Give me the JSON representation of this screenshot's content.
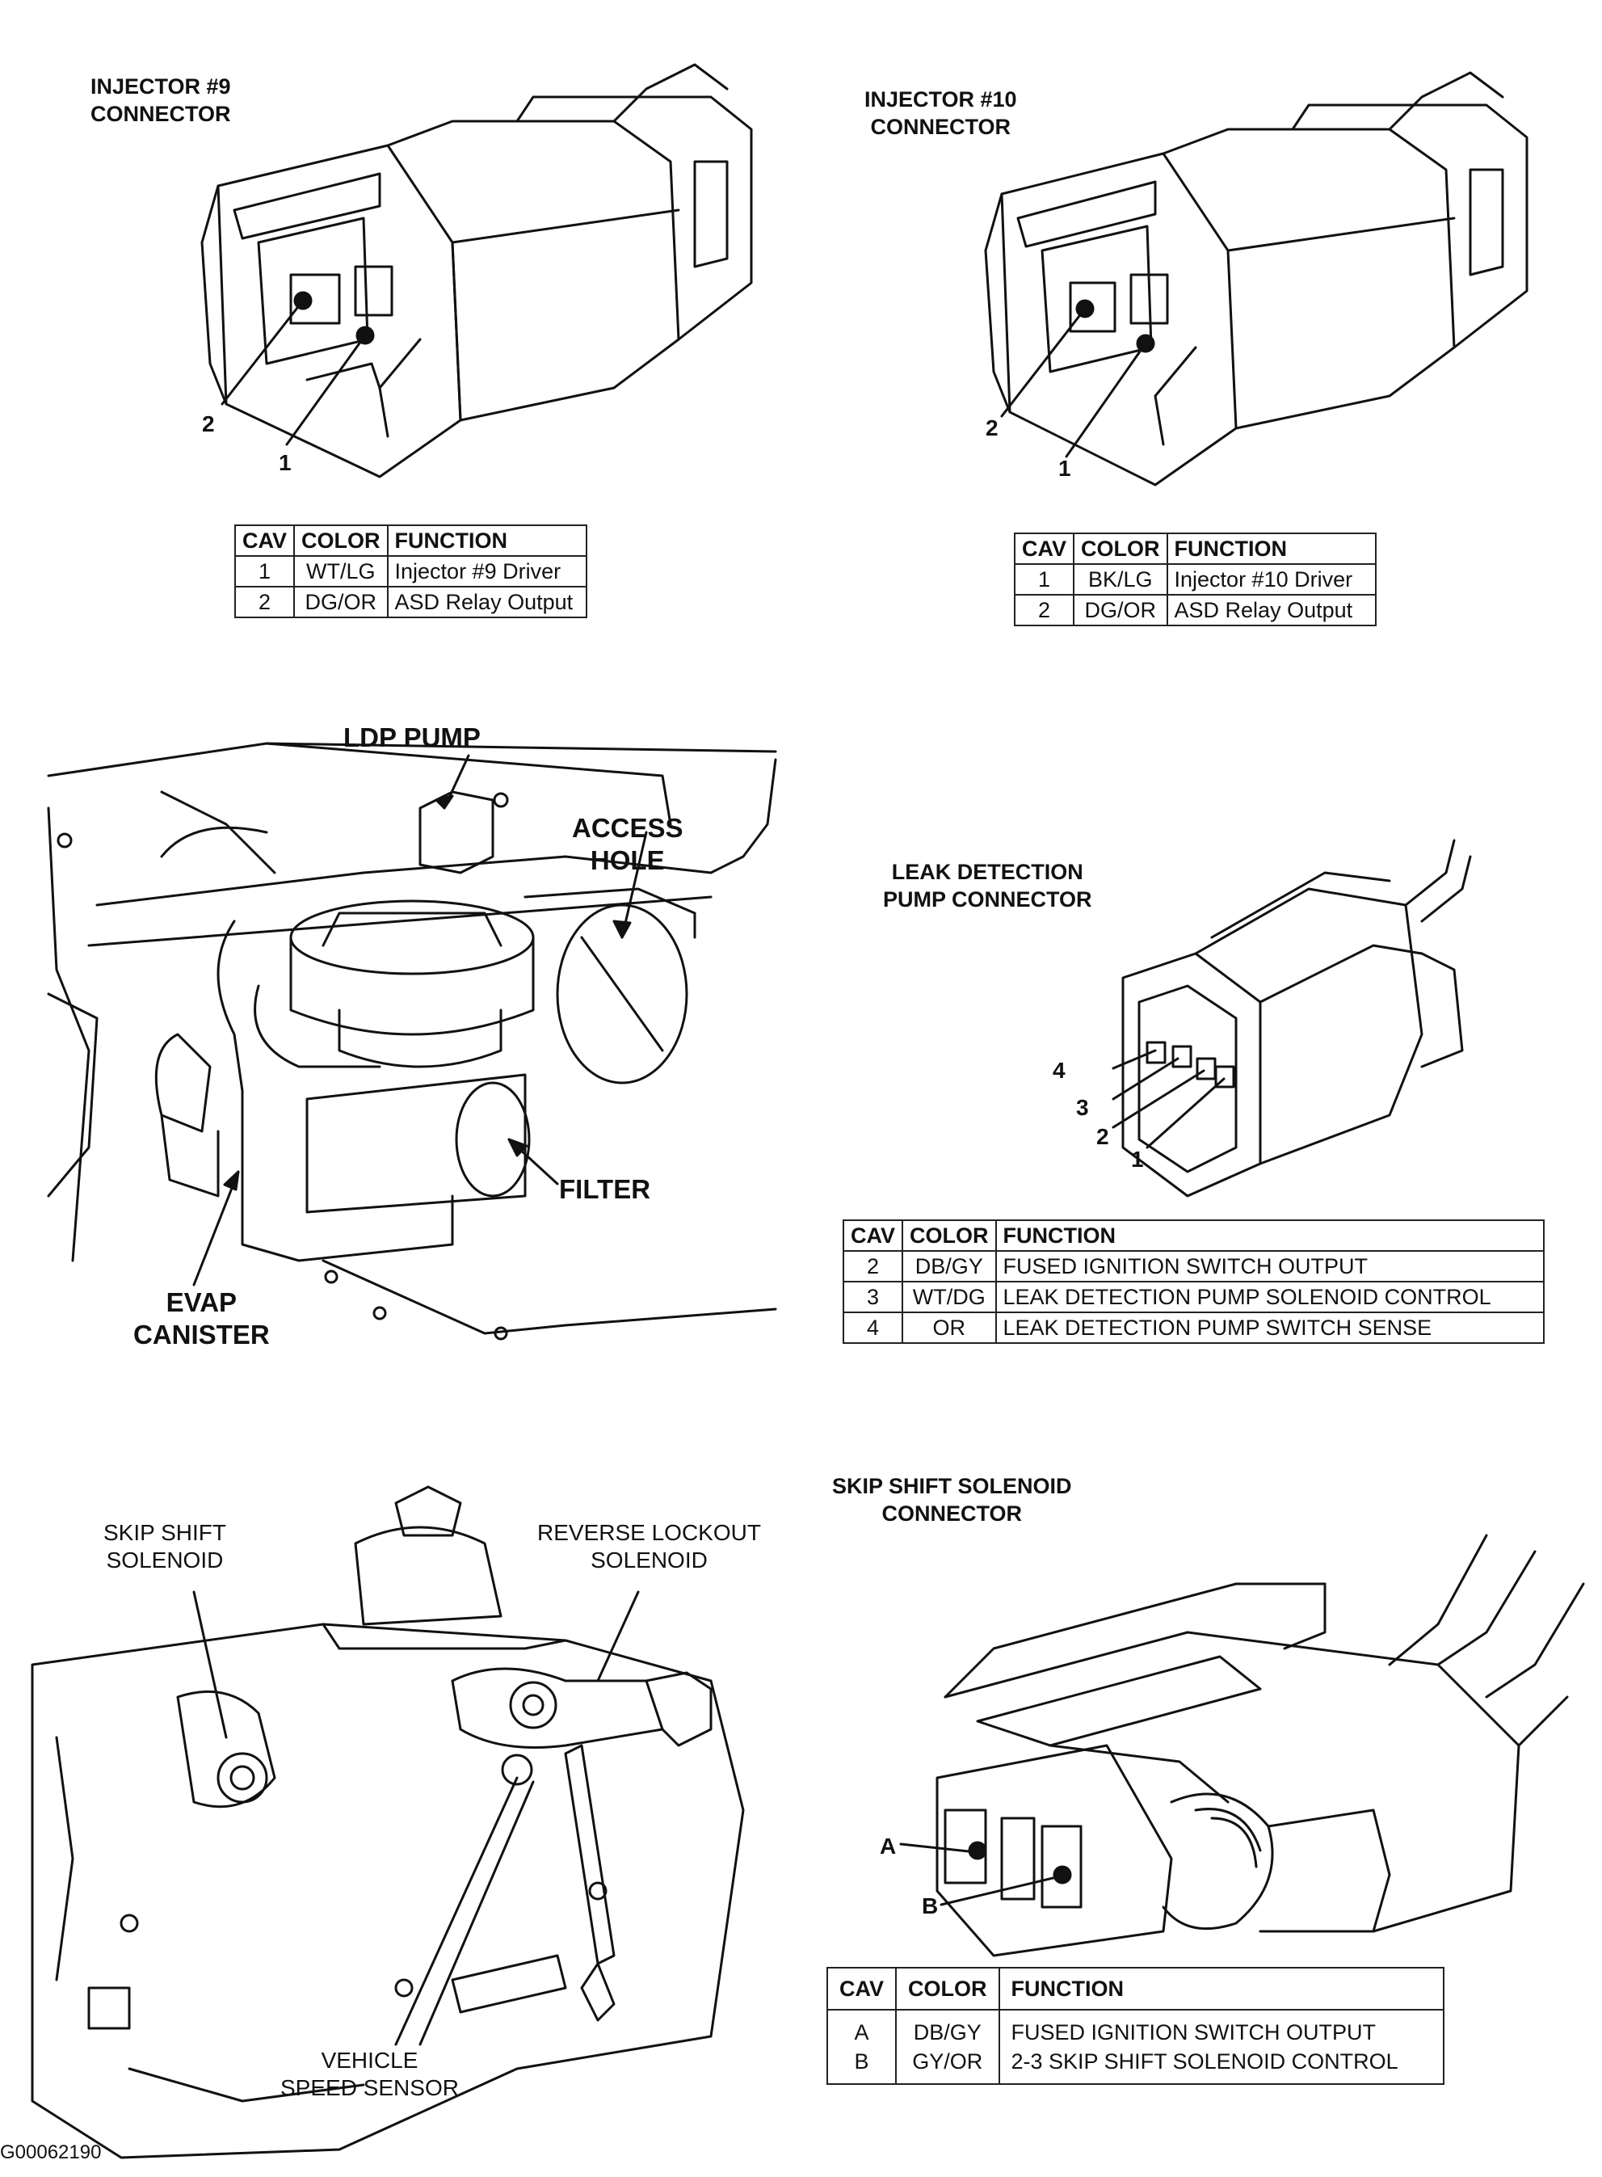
{
  "injector9": {
    "title": "INJECTOR #9\nCONNECTOR",
    "pins": [
      "1",
      "2"
    ],
    "headers": [
      "CAV",
      "COLOR",
      "FUNCTION"
    ],
    "rows": [
      {
        "cav": "1",
        "color": "WT/LG",
        "function": "Injector #9 Driver"
      },
      {
        "cav": "2",
        "color": "DG/OR",
        "function": "ASD Relay Output"
      }
    ]
  },
  "injector10": {
    "title": "INJECTOR #10\nCONNECTOR",
    "pins": [
      "1",
      "2"
    ],
    "headers": [
      "CAV",
      "COLOR",
      "FUNCTION"
    ],
    "rows": [
      {
        "cav": "1",
        "color": "BK/LG",
        "function": "Injector #10 Driver"
      },
      {
        "cav": "2",
        "color": "DG/OR",
        "function": "ASD Relay Output"
      }
    ]
  },
  "evap": {
    "ldp_pump": "LDP PUMP",
    "access_hole": "ACCESS\nHOLE",
    "filter": "FILTER",
    "evap_canister": "EVAP\nCANISTER"
  },
  "leak_detection": {
    "title": "LEAK DETECTION\nPUMP CONNECTOR",
    "pins": [
      "1",
      "2",
      "3",
      "4"
    ],
    "headers": [
      "CAV",
      "COLOR",
      "FUNCTION"
    ],
    "rows": [
      {
        "cav": "2",
        "color": "DB/GY",
        "function": "FUSED IGNITION SWITCH OUTPUT"
      },
      {
        "cav": "3",
        "color": "WT/DG",
        "function": "LEAK DETECTION PUMP SOLENOID CONTROL"
      },
      {
        "cav": "4",
        "color": "OR",
        "function": "LEAK DETECTION PUMP SWITCH SENSE"
      }
    ]
  },
  "transmission": {
    "skip_shift_solenoid": "SKIP SHIFT\nSOLENOID",
    "reverse_lockout_solenoid": "REVERSE LOCKOUT\nSOLENOID",
    "vehicle_speed_sensor": "VEHICLE\nSPEED SENSOR"
  },
  "skip_shift": {
    "title": "SKIP SHIFT SOLENOID\nCONNECTOR",
    "pins": [
      "A",
      "B"
    ],
    "headers": [
      "CAV",
      "COLOR",
      "FUNCTION"
    ],
    "rows": [
      {
        "cav": "A",
        "color": "DB/GY",
        "function": "FUSED IGNITION SWITCH OUTPUT"
      },
      {
        "cav": "B",
        "color": "GY/OR",
        "function": "2-3 SKIP SHIFT SOLENOID CONTROL"
      }
    ]
  },
  "figure_id": "G00062190"
}
